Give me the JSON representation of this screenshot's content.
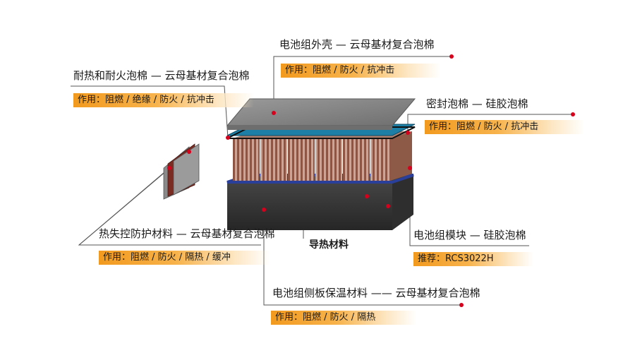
{
  "callouts": {
    "shell": {
      "title": "电池组外壳 — 云母基材复合泡棉",
      "tag": "作用：阻燃 / 防火 / 抗冲击"
    },
    "heat_fire_foam": {
      "title": "耐热和耐火泡棉 — 云母基材复合泡棉",
      "tag": "作用：阻燃 / 绝缘 / 防火 / 抗冲击"
    },
    "seal_foam": {
      "title": "密封泡棉 — 硅胶泡棉",
      "tag": "作用：阻燃 / 防火 / 抗冲击"
    },
    "thermal_runaway": {
      "title": "热失控防护材料 — 云母基材复合泡棉",
      "tag": "作用：阻燃 / 防火 / 隔热 / 缓冲"
    },
    "thermal_conductive": {
      "title": "导热材料"
    },
    "module": {
      "title": "电池组模块 — 硅胶泡棉",
      "tag": "推荐：RCS3022H"
    },
    "side_panel": {
      "title": "电池组侧板保温材料 —— 云母基材复合泡棉",
      "tag": "作用：阻燃 / 防火 / 隔热"
    }
  },
  "colors": {
    "accent_dot": "#d6001c",
    "tag_orange": "#f29a1f",
    "lid_gray": "#8a8a8a",
    "foam_blue": "#1e7fa6",
    "base_dark": "#3a3a3a",
    "base_blue": "#2a3f9a",
    "cell_copper": "#a66a56"
  }
}
